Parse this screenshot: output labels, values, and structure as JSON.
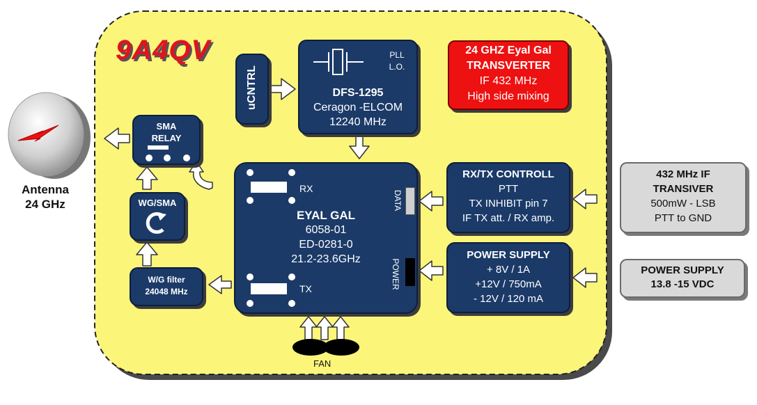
{
  "callsign": "9A4QV",
  "antenna": {
    "line1": "Antenna",
    "line2": "24 GHz"
  },
  "title_box": {
    "line1": "24 GHZ Eyal Gal",
    "line2": "TRANSVERTER",
    "line3": "IF 432 MHz",
    "line4": "High side mixing"
  },
  "ucntrl": {
    "label": "uCNTRL"
  },
  "pll": {
    "name": "DFS-1295",
    "maker": "Ceragon -ELCOM",
    "freq": "12240 MHz",
    "tag1": "PLL",
    "tag2": "L.O."
  },
  "relay": {
    "line1": "SMA",
    "line2": "RELAY"
  },
  "wg_sma": {
    "label": "WG/SMA"
  },
  "wg_filter": {
    "line1": "W/G filter",
    "line2": "24048 MHz"
  },
  "eyal": {
    "name": "EYAL GAL",
    "line2": "6058-01",
    "line3": "ED-0281-0",
    "line4": "21.2-23.6GHz",
    "rx": "RX",
    "tx": "TX",
    "data": "DATA",
    "power": "POWER"
  },
  "rxtx": {
    "title": "RX/TX CONTROLL",
    "line2": "PTT",
    "line3": "TX INHIBIT pin 7",
    "line4": "IF TX att. / RX amp."
  },
  "psu_int": {
    "title": "POWER SUPPLY",
    "line2": "+ 8V / 1A",
    "line3": "+12V / 750mA",
    "line4": "- 12V / 120 mA"
  },
  "if_trx": {
    "line1": "432 MHz IF",
    "line2": "TRANSIVER",
    "line3": "500mW - LSB",
    "line4": "PTT to GND"
  },
  "psu_ext": {
    "line1": "POWER SUPPLY",
    "line2": "13.8 -15 VDC"
  },
  "fan": {
    "label": "FAN"
  },
  "colors": {
    "panel": "#fbf57a",
    "block": "#1b3a68",
    "red": "#ee1111",
    "gray": "#d9d9d9",
    "callsign": "#e0141e"
  }
}
